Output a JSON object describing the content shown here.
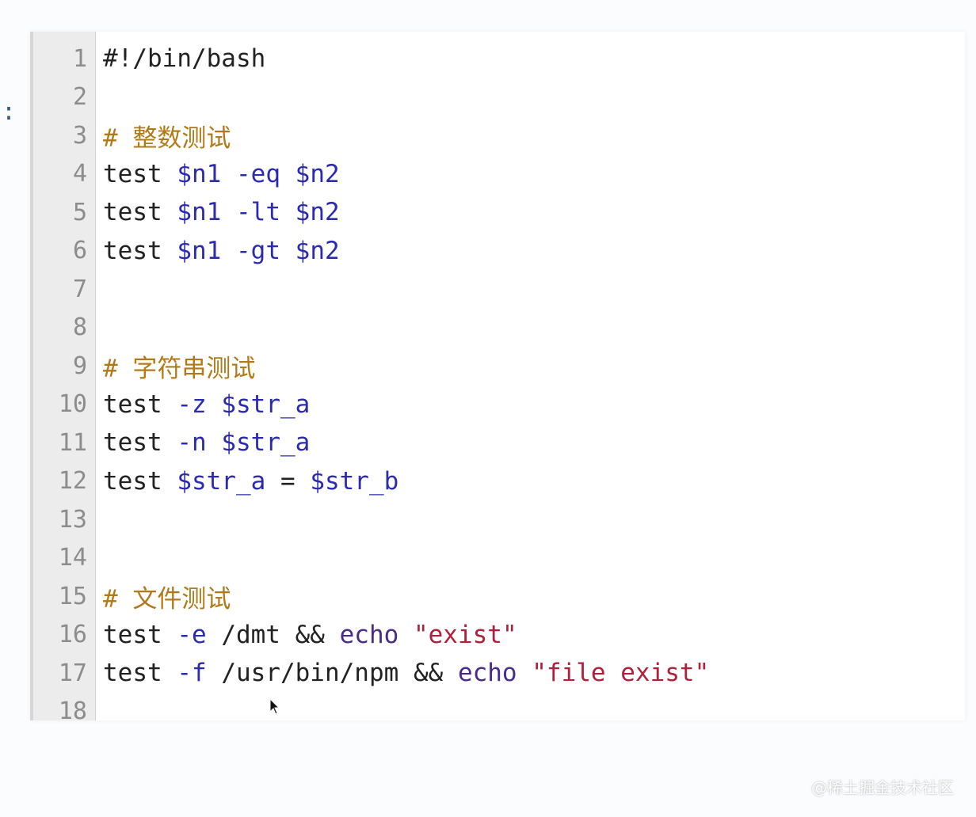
{
  "left_mark": ":",
  "editor": {
    "lines": [
      {
        "num": "1",
        "tokens": [
          {
            "t": "#!/bin/bash",
            "k": "plain"
          }
        ]
      },
      {
        "num": "2",
        "tokens": []
      },
      {
        "num": "3",
        "tokens": [
          {
            "t": "# 整数测试",
            "k": "comment"
          }
        ]
      },
      {
        "num": "4",
        "tokens": [
          {
            "t": "test ",
            "k": "plain"
          },
          {
            "t": "$n1",
            "k": "var"
          },
          {
            "t": " ",
            "k": "plain"
          },
          {
            "t": "-eq",
            "k": "flag"
          },
          {
            "t": " ",
            "k": "plain"
          },
          {
            "t": "$n2",
            "k": "var"
          }
        ]
      },
      {
        "num": "5",
        "tokens": [
          {
            "t": "test ",
            "k": "plain"
          },
          {
            "t": "$n1",
            "k": "var"
          },
          {
            "t": " ",
            "k": "plain"
          },
          {
            "t": "-lt",
            "k": "flag"
          },
          {
            "t": " ",
            "k": "plain"
          },
          {
            "t": "$n2",
            "k": "var"
          }
        ]
      },
      {
        "num": "6",
        "tokens": [
          {
            "t": "test ",
            "k": "plain"
          },
          {
            "t": "$n1",
            "k": "var"
          },
          {
            "t": " ",
            "k": "plain"
          },
          {
            "t": "-gt",
            "k": "flag"
          },
          {
            "t": " ",
            "k": "plain"
          },
          {
            "t": "$n2",
            "k": "var"
          }
        ]
      },
      {
        "num": "7",
        "tokens": []
      },
      {
        "num": "8",
        "tokens": []
      },
      {
        "num": "9",
        "tokens": [
          {
            "t": "# 字符串测试",
            "k": "comment"
          }
        ]
      },
      {
        "num": "10",
        "tokens": [
          {
            "t": "test ",
            "k": "plain"
          },
          {
            "t": "-z",
            "k": "flag"
          },
          {
            "t": " ",
            "k": "plain"
          },
          {
            "t": "$str_a",
            "k": "var"
          }
        ]
      },
      {
        "num": "11",
        "tokens": [
          {
            "t": "test ",
            "k": "plain"
          },
          {
            "t": "-n",
            "k": "flag"
          },
          {
            "t": " ",
            "k": "plain"
          },
          {
            "t": "$str_a",
            "k": "var"
          }
        ]
      },
      {
        "num": "12",
        "tokens": [
          {
            "t": "test ",
            "k": "plain"
          },
          {
            "t": "$str_a",
            "k": "var"
          },
          {
            "t": " = ",
            "k": "plain"
          },
          {
            "t": "$str_b",
            "k": "var"
          }
        ]
      },
      {
        "num": "13",
        "tokens": []
      },
      {
        "num": "14",
        "tokens": []
      },
      {
        "num": "15",
        "tokens": [
          {
            "t": "# 文件测试",
            "k": "comment"
          }
        ]
      },
      {
        "num": "16",
        "tokens": [
          {
            "t": "test ",
            "k": "plain"
          },
          {
            "t": "-e",
            "k": "flag"
          },
          {
            "t": " /dmt && ",
            "k": "plain"
          },
          {
            "t": "echo",
            "k": "cmd"
          },
          {
            "t": " ",
            "k": "plain"
          },
          {
            "t": "\"exist\"",
            "k": "str"
          }
        ]
      },
      {
        "num": "17",
        "tokens": [
          {
            "t": "test ",
            "k": "plain"
          },
          {
            "t": "-f",
            "k": "flag"
          },
          {
            "t": " /usr/bin/npm && ",
            "k": "plain"
          },
          {
            "t": "echo",
            "k": "cmd"
          },
          {
            "t": " ",
            "k": "plain"
          },
          {
            "t": "\"file exist\"",
            "k": "str"
          }
        ]
      },
      {
        "num": "18",
        "tokens": []
      }
    ]
  },
  "cursor_icon": "mouse-pointer-icon",
  "watermark": "@稀土掘金技术社区",
  "colors": {
    "variable": "#2b2bb0",
    "flag": "#2b2bb0",
    "command": "#4a2a8a",
    "string": "#b0203a",
    "comment": "#b07a18",
    "gutter": "#ececec",
    "line_number": "#8c8c8c"
  }
}
